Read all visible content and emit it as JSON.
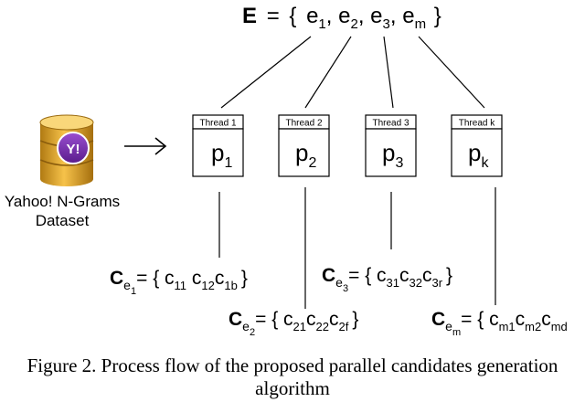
{
  "set_E": {
    "name": "E",
    "eq": "=",
    "open": "{",
    "close": "}",
    "items": [
      {
        "base": "e",
        "sub": "1"
      },
      {
        "base": "e",
        "sub": "2"
      },
      {
        "base": "e",
        "sub": "3"
      },
      {
        "base": "e",
        "sub": "m"
      }
    ]
  },
  "dataset": {
    "icon_badge": "Y!",
    "label_line1": "Yahoo! N-Grams",
    "label_line2": "Dataset"
  },
  "threads": [
    {
      "label": "Thread 1",
      "p": "p",
      "sub": "1"
    },
    {
      "label": "Thread 2",
      "p": "p",
      "sub": "2"
    },
    {
      "label": "Thread 3",
      "p": "p",
      "sub": "3"
    },
    {
      "label": "Thread k",
      "p": "p",
      "sub": "k"
    }
  ],
  "candidate_sets": [
    {
      "C": "C",
      "sub1": "e",
      "sub2": "1",
      "rest": "= { c",
      "items": [
        [
          "11",
          ""
        ],
        [
          "12",
          "c"
        ],
        [
          "1b",
          "c"
        ]
      ],
      "close": "}"
    },
    {
      "C": "C",
      "sub1": "e",
      "sub2": "2",
      "rest": "= { c",
      "items": [
        [
          "21",
          ""
        ],
        [
          "22",
          "c"
        ],
        [
          "2f",
          "c"
        ]
      ],
      "close": "}"
    },
    {
      "C": "C",
      "sub1": "e",
      "sub2": "3",
      "rest": "= { c",
      "items": [
        [
          "31",
          ""
        ],
        [
          "32",
          "c"
        ],
        [
          "3r",
          "c"
        ]
      ],
      "close": "}"
    },
    {
      "C": "C",
      "sub1": "e",
      "sub2": "m",
      "rest": "= { c",
      "items": [
        [
          "m1",
          ""
        ],
        [
          "m2",
          "c"
        ],
        [
          "md",
          "c"
        ]
      ],
      "close": "}"
    }
  ],
  "caption": {
    "line1": "Figure 2. Process flow of the proposed parallel candidates generation",
    "line2": "algorithm"
  }
}
